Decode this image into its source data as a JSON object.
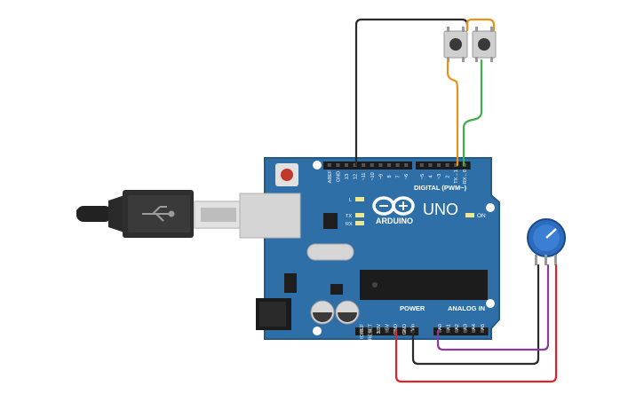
{
  "board": {
    "brand": "ARDUINO",
    "model": "UNO",
    "digital_header_label": "DIGITAL (PWM~)",
    "on_led_label": "ON",
    "led_l_label": "L",
    "led_tx_label": "TX",
    "led_rx_label": "RX",
    "power_label": "POWER",
    "analog_in_label": "ANALOG IN",
    "digital_pins": [
      "AREF",
      "GND",
      "13",
      "12",
      "~11",
      "~10",
      "~9",
      "8",
      "7",
      "~6",
      "~5",
      "4",
      "~3",
      "2",
      "TX→1",
      "RX←0"
    ],
    "power_pins": [
      "IOREF",
      "RESET",
      "3.3V",
      "5V",
      "GND",
      "GND",
      "Vin"
    ],
    "analog_pins": [
      "A0",
      "A1",
      "A2",
      "A3",
      "A4",
      "A5"
    ]
  },
  "components": {
    "usb_cable": "usb-b-cable",
    "pushbuttons": 2,
    "potentiometer": 1
  },
  "colors": {
    "board": "#2f6fa8",
    "board_edge": "#235985",
    "wire_black": "#2b2b2b",
    "wire_orange": "#e8921c",
    "wire_green": "#3dae48",
    "wire_purple": "#8a3c9e",
    "wire_red": "#d9252b",
    "pot_knob": "#2c6cbf"
  }
}
